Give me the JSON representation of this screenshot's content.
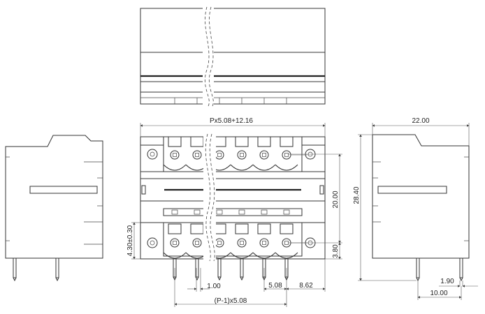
{
  "dimensions": {
    "overall_width": "Px5.08+12.16",
    "depth": "22.00",
    "total_height": "28.40",
    "upper_row_height": "20.00",
    "lower_row_height": "3.80",
    "pin_offset": "4.30±0.30",
    "pin_width": "1.00",
    "pitch": "5.08",
    "end_offset": "8.62",
    "pin_span": "(P-1)x5.08",
    "pin_thickness": "1.90",
    "pin_length": "10.00"
  },
  "pin_count_shown": 6
}
